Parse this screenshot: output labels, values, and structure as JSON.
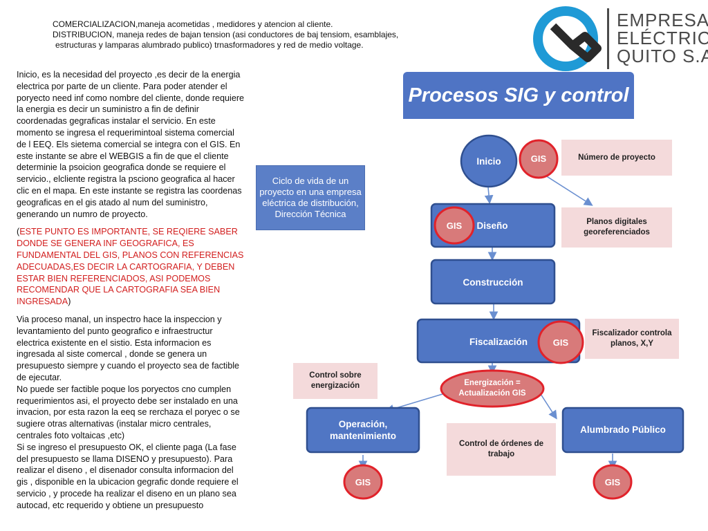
{
  "header_note": {
    "line1": "COMERCIALIZACION,maneja acometidas , medidores y atencion al cliente.",
    "line2": "DISTRIBUCION, maneja redes de bajan tension (asi conductores de baj tensiom, esamblajes,",
    "line3": "estructuras y lamparas alumbrado publico) trnasformadores y red de medio voltage."
  },
  "logo": {
    "line1": "EMPRESA",
    "line2": "ELÉCTRICA",
    "line3": "QUITO S.A.",
    "colors": {
      "blue": "#1f9ad6",
      "dark": "#2a2a2a"
    }
  },
  "left_text": {
    "p1": "Inicio, es la necesidad del proyecto ,es decir de la energia electrica por parte de un cliente. Para poder atender el poryecto need inf como nombre del cliente, donde requiere la energia es decir un suministro a fin de definir coordenadas gegraficas  instalar el servicio. En este momento se ingresa el requerimintoal sistema comercial de l EEQ. Els sietema comercial  se integra con el GIS.   En este instante se abre el WEBGIS a fin de que el cliente determinie la psoicion geografica donde se requiere el servicio., elcliente registra la psciono geografica al hacer clic en el mapa. En este instante se registra  las coordenas geograficas en el gis atado al num del suministro, generando un numro de proyecto.",
    "p2_open": "(",
    "p2_red": "ESTE PUNTO ES IMPORTANTE, SE REQIERE SABER DONDE SE GENERA INF GEOGRAFICA, ES FUNDAMENTAL DEL GIS, PLANOS CON REFERENCIAS ADECUADAS,ES DECIR LA CARTOGRAFIA, Y DEBEN ESTAR BIEN REFERENCIADOS, ASI PODEMOS RECOMENDAR QUE LA CARTOGRAFIA SEA BIEN INGRESADA",
    "p2_close": ")",
    "p3": "Via proceso manal, un inspectro hace la inspeccion  y levantamiento del punto geografico e infraestructur electrica existente en el sistio. Esta informacion es ingresada al siste comercal , donde se genera un presupuesto siempre y cuando el proyecto sea de factible de ejecutar.",
    "p4": "No puede ser factible poque los poryectos cno cumplen requerimientos asi, el proyecto debe ser instalado en una invacion, por esta razon la eeq se rerchaza el poryec o se sugiere otras alternativas (instalar micro centrales, centrales foto voltaicas ,etc)",
    "p5": "Si se ingreso el presupuesto OK, el cliente paga (La fase del presupuesto se llama DISENO y presupuesto). Para realizar el diseno , el disenador consulta informacion del gis , disponible en la ubicacion gegrafic donde requiere el servicio , y procede ha realizar el diseno  en un plano sea autocad, etc requerido y obtiene un presupuesto"
  },
  "title": "Procesos SIG y control",
  "ciclo_box": "Ciclo de vida de un proyecto en una empresa eléctrica de distribución, Dirección Técnica",
  "nodes": {
    "inicio": "Inicio",
    "diseno": "Diseño",
    "construccion": "Construcción",
    "fiscalizacion": "Fiscalización",
    "energizacion": "Energización = Actualización GIS",
    "operacion": "Operación, mantenimiento",
    "alumbrado": "Alumbrado Público"
  },
  "gis_label": "GIS",
  "notes": {
    "numero_proyecto": "Número de proyecto",
    "planos": "Planos digitales georeferenciados",
    "fiscalizador": "Fiscalizador controla planos, X,Y",
    "control_energizacion": "Control sobre energización",
    "control_ordenes": "Control de órdenes de trabajo"
  },
  "colors": {
    "node_fill": "#5076c4",
    "node_border": "#2f4f8f",
    "gis_fill": "#d87a7a",
    "gis_border": "#e1222a",
    "note_fill": "#f4dadb",
    "title_fill": "#4f74c4",
    "arrow": "#6a8fd0"
  }
}
